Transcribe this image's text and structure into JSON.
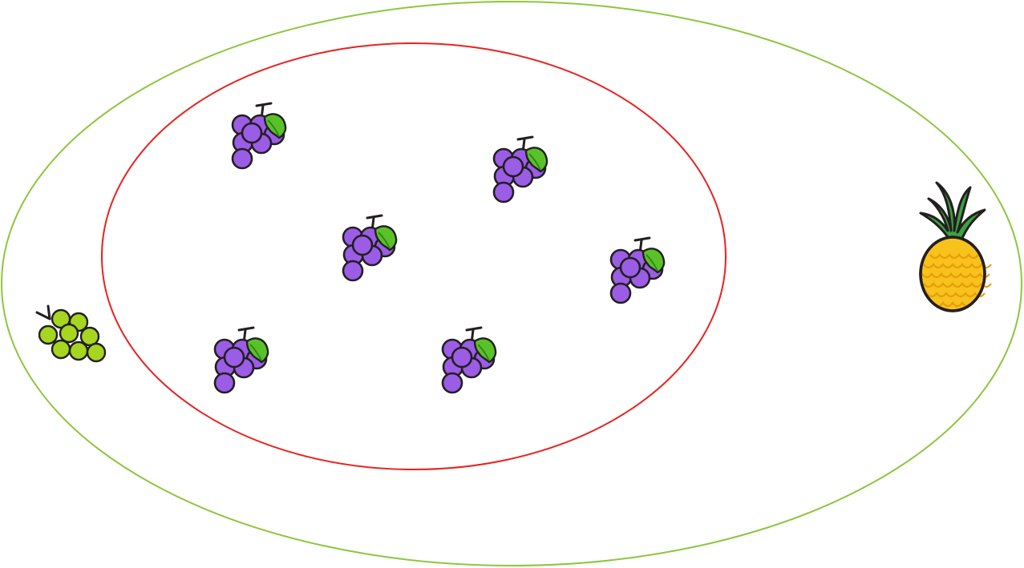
{
  "colors": {
    "outer_ellipse": "#8dc63f",
    "inner_ellipse": "#e8211f",
    "purple_grape": "#9b5ce6",
    "purple_grape_highlight": "#b886f2",
    "green_grape": "#a6d61f",
    "green_grape_highlight": "#c5ea4a",
    "leaf": "#5ac229",
    "leaf_dark": "#2f8a1e",
    "pineapple_body": "#f7c21b",
    "pineapple_scales": "#e89b0c",
    "pineapple_crown": "#3aa341",
    "pineapple_crown_dark": "#1f6e2b",
    "outline": "#231f20",
    "background": "#ffffff"
  },
  "diagram": {
    "outer_set": {
      "name": "outer-set",
      "contents": [
        "purple-grapes",
        "green-grapes",
        "pineapple"
      ]
    },
    "inner_set": {
      "name": "inner-set",
      "contents": [
        "purple-grapes"
      ]
    },
    "items": [
      {
        "kind": "purple-grapes",
        "icon": "purple-grapes-icon",
        "set": "inner"
      },
      {
        "kind": "purple-grapes",
        "icon": "purple-grapes-icon",
        "set": "inner"
      },
      {
        "kind": "purple-grapes",
        "icon": "purple-grapes-icon",
        "set": "inner"
      },
      {
        "kind": "purple-grapes",
        "icon": "purple-grapes-icon",
        "set": "inner"
      },
      {
        "kind": "purple-grapes",
        "icon": "purple-grapes-icon",
        "set": "inner"
      },
      {
        "kind": "purple-grapes",
        "icon": "purple-grapes-icon",
        "set": "inner"
      },
      {
        "kind": "green-grapes",
        "icon": "green-grapes-icon",
        "set": "outer"
      },
      {
        "kind": "pineapple",
        "icon": "pineapple-icon",
        "set": "outer"
      }
    ]
  }
}
